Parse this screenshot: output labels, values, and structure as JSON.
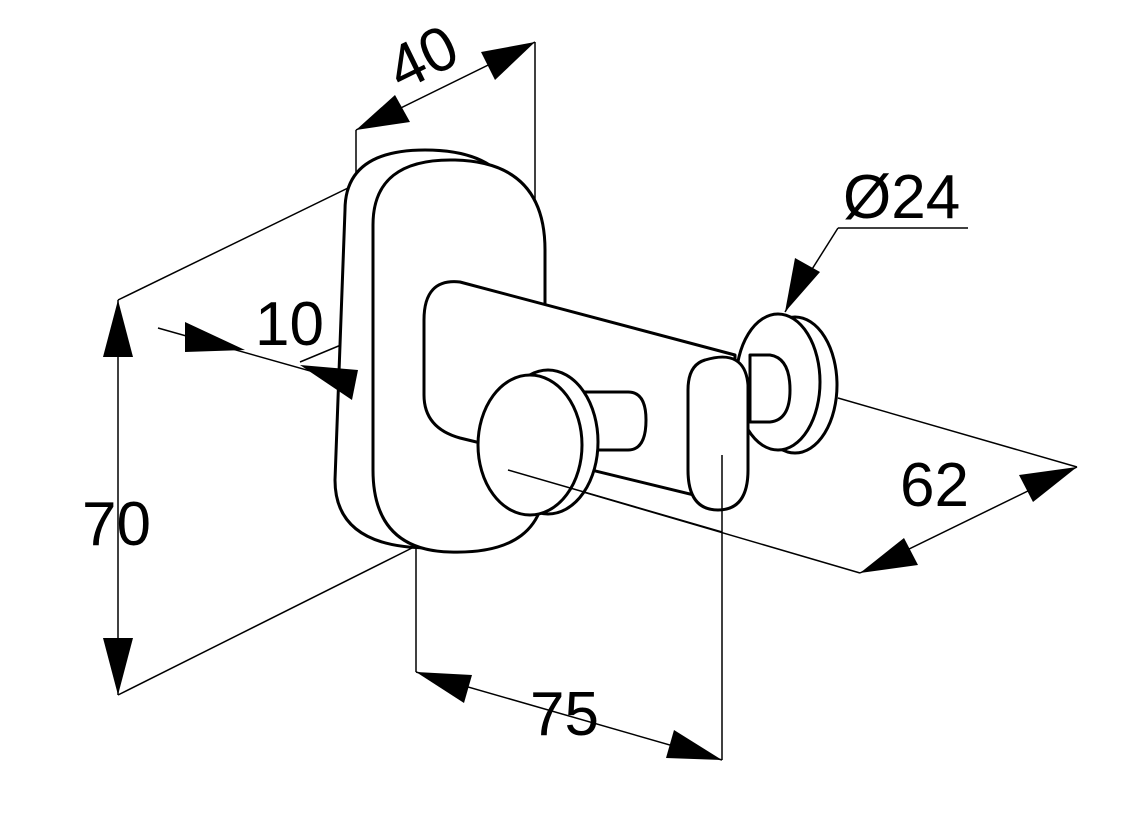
{
  "dimensions": {
    "depth": "40",
    "plate_thickness": "10",
    "height": "70",
    "knob_diameter": "Ø24",
    "projection": "62",
    "width": "75"
  },
  "colors": {
    "stroke": "#000000",
    "background": "#ffffff"
  }
}
